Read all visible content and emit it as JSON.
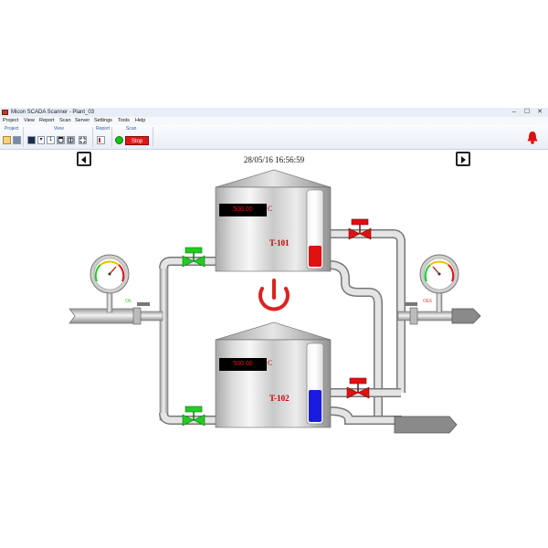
{
  "window": {
    "title": "Micon SCADA Scanner - Plant_03",
    "minimize": "–",
    "maximize": "☐",
    "close": "✕"
  },
  "menu": [
    "Project",
    "View",
    "Report",
    "Scan",
    "Server",
    "Settings",
    "Tools",
    "Help"
  ],
  "ribbon": {
    "groups": [
      "Project",
      "View",
      "Report",
      "Scan"
    ],
    "stop_label": "Stop",
    "view_dropdown_value": "1"
  },
  "screen": {
    "timestamp": "28/05/16 16:56:59"
  },
  "tanks": [
    {
      "name": "T-101",
      "display_value": "500.00",
      "unit": "C",
      "level": 0.28,
      "level_color": "#e01010"
    },
    {
      "name": "T-102",
      "display_value": "500.00",
      "unit": "C",
      "level": 0.42,
      "level_color": "#1a1ae0"
    }
  ],
  "valve_labels": {
    "inlet_left": "Ob",
    "outlet_right": "OEE"
  },
  "colors": {
    "pipe": "#c9c9c9",
    "pipe_edge": "#777777",
    "valve_open": "#22cc22",
    "valve_closed": "#e01010",
    "power_symbol": "#e02020"
  }
}
